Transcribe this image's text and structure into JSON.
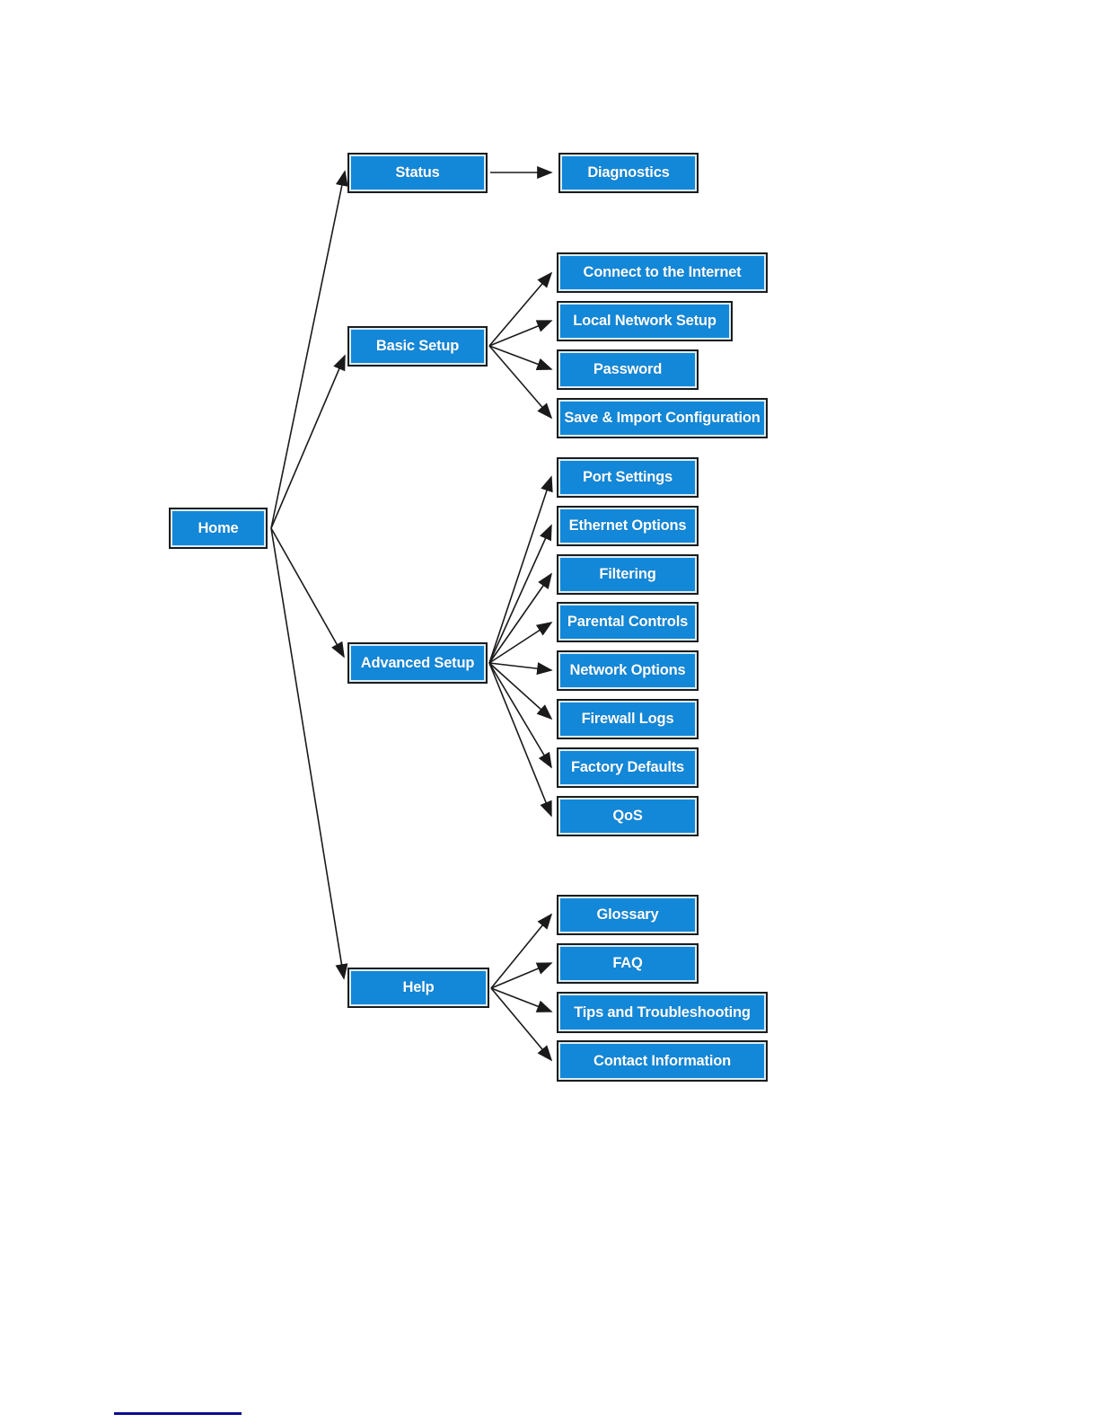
{
  "diagram": {
    "root": {
      "label": "Home"
    },
    "branches": [
      {
        "label": "Status",
        "children": [
          {
            "label": "Diagnostics"
          }
        ]
      },
      {
        "label": "Basic Setup",
        "children": [
          {
            "label": "Connect to the Internet"
          },
          {
            "label": "Local Network Setup"
          },
          {
            "label": "Password"
          },
          {
            "label": "Save & Import Configuration"
          }
        ]
      },
      {
        "label": "Advanced Setup",
        "children": [
          {
            "label": "Port Settings"
          },
          {
            "label": "Ethernet Options"
          },
          {
            "label": "Filtering"
          },
          {
            "label": "Parental Controls"
          },
          {
            "label": "Network Options"
          },
          {
            "label": "Firewall Logs"
          },
          {
            "label": "Factory Defaults"
          },
          {
            "label": "QoS"
          }
        ]
      },
      {
        "label": "Help",
        "children": [
          {
            "label": "Glossary"
          },
          {
            "label": "FAQ"
          },
          {
            "label": "Tips and Troubleshooting"
          },
          {
            "label": "Contact Information"
          }
        ]
      }
    ]
  },
  "colors": {
    "box_fill": "#1388d8",
    "box_border": "#1c1c1c",
    "box_inner_stroke": "#ffffff",
    "box_text": "#ffffff",
    "arrow": "#1a1a1a",
    "footer_link": "#0c0c8e",
    "page_background": "#ffffff"
  }
}
